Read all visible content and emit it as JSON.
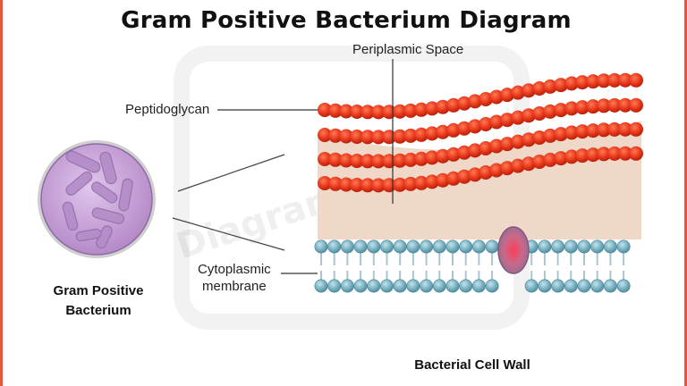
{
  "title": "Gram Positive Bacterium Diagram",
  "labels": {
    "periplasmic_space": "Periplasmic Space",
    "peptidoglycan": "Peptidoglycan",
    "cytoplasmic_membrane_line1": "Cytoplasmic",
    "cytoplasmic_membrane_line2": "membrane"
  },
  "captions": {
    "bacterium_line1": "Gram Positive",
    "bacterium_line2": "Bacterium",
    "cell_wall": "Bacterial Cell Wall"
  },
  "watermark": "Diagramology",
  "colors": {
    "border": "#e8553a",
    "peptidoglycan_bead": "#e8381c",
    "periplasm": "#f0d8c8",
    "membrane_head": "#6fa8b8",
    "membrane_tail": "#a8c8cc",
    "cell_fill": "#c49ad6",
    "protein": "#c46a86"
  },
  "icons": [
    "bacterium-cell-icon",
    "membrane-protein-icon"
  ]
}
